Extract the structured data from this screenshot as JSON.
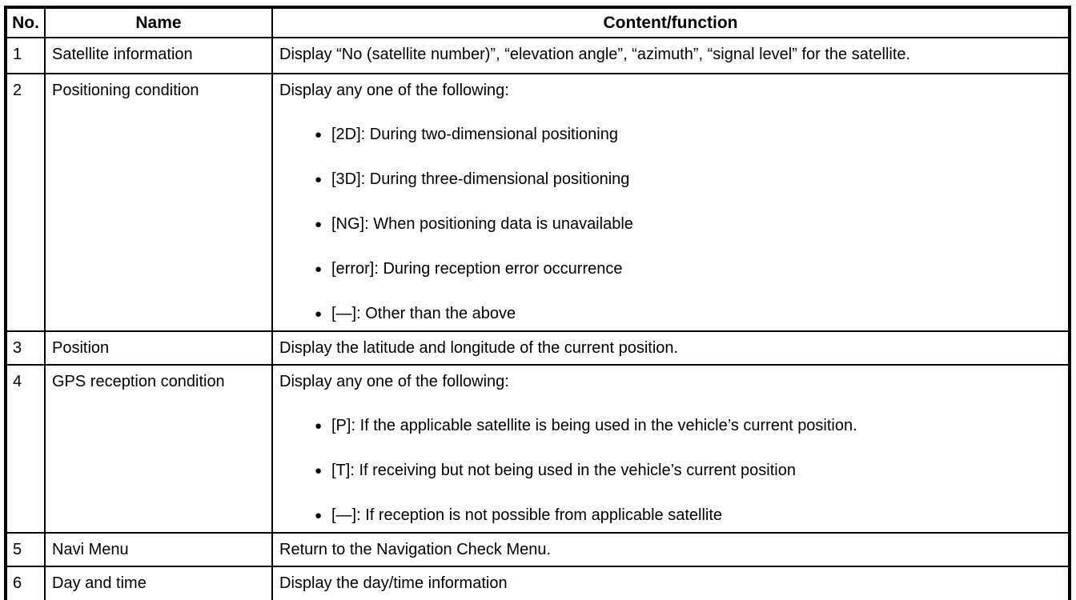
{
  "document": {
    "bullet_icon": "●",
    "table": {
      "headers": [
        "No.",
        "Name",
        "Content/function"
      ],
      "rows": [
        {
          "no": "1",
          "name": "Satellite information",
          "content_intro": "Display “No (satellite number)”, “elevation angle”, “azimuth”, “signal level” for the satellite.",
          "bullets": []
        },
        {
          "no": "2",
          "name": "Positioning condition",
          "content_intro": "Display any one of the following:",
          "bullets": [
            "[2D]: During two-dimensional positioning",
            "[3D]: During three-dimensional positioning",
            "[NG]: When positioning data is unavailable",
            "[error]: During reception error occurrence",
            "[—]: Other than the above"
          ]
        },
        {
          "no": "3",
          "name": "Position",
          "content_intro": "Display the latitude and longitude of the current position.",
          "bullets": []
        },
        {
          "no": "4",
          "name": "GPS reception condition",
          "content_intro": "Display any one of the following:",
          "bullets": [
            "[P]: If the applicable satellite is being used in the vehicle’s current position.",
            "[T]: If receiving but not being used in the vehicle’s current position",
            "[—]: If reception is not possible from applicable satellite"
          ]
        },
        {
          "no": "5",
          "name": "Navi Menu",
          "content_intro": "Return to the Navigation Check Menu.",
          "bullets": []
        },
        {
          "no": "6",
          "name": "Day and time",
          "content_intro": "Display the day/time information",
          "bullets": []
        }
      ]
    }
  }
}
